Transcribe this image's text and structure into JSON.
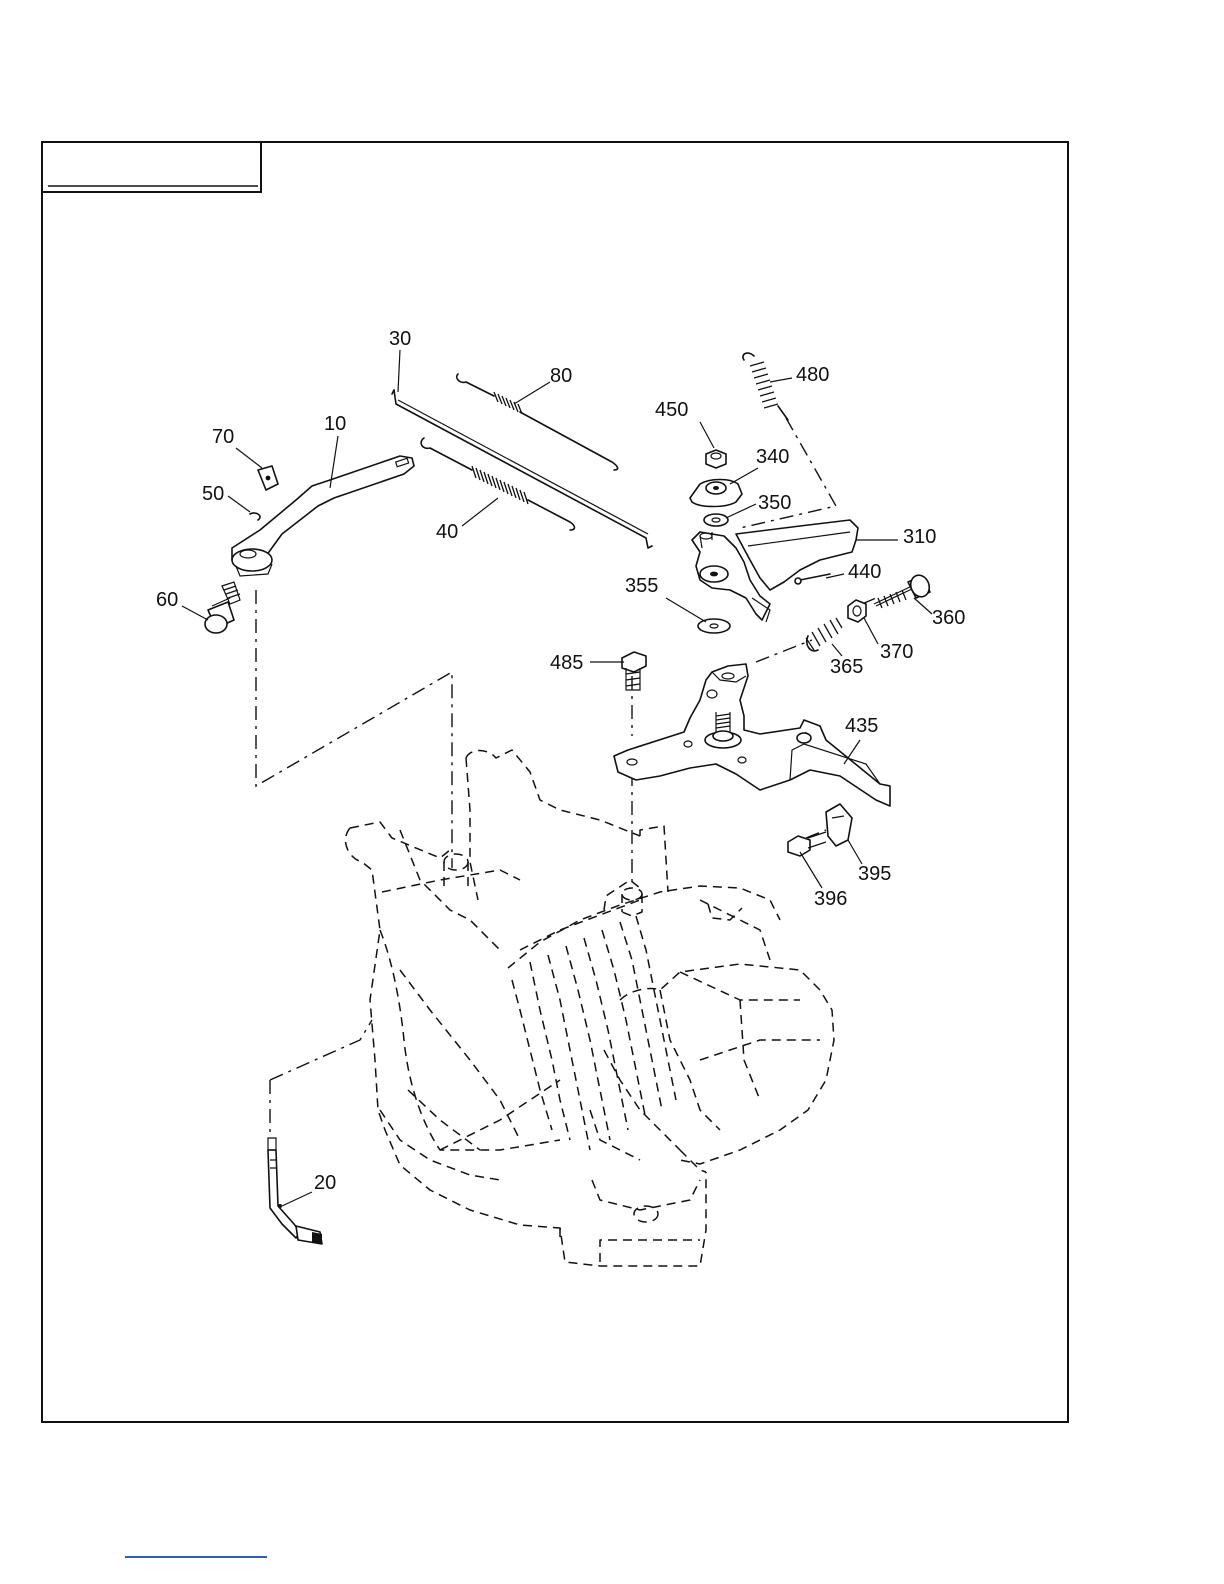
{
  "diagram": {
    "title_box": "",
    "callouts": {
      "p10": "10",
      "p20": "20",
      "p30": "30",
      "p40": "40",
      "p50": "50",
      "p60": "60",
      "p70": "70",
      "p80": "80",
      "p310": "310",
      "p340": "340",
      "p350": "350",
      "p355": "355",
      "p360": "360",
      "p365": "365",
      "p370": "370",
      "p395": "395",
      "p396": "396",
      "p435": "435",
      "p440": "440",
      "p450": "450",
      "p480": "480",
      "p485": "485"
    }
  },
  "colors": {
    "line": "#111111",
    "footer_link": "#2f5fb4"
  }
}
